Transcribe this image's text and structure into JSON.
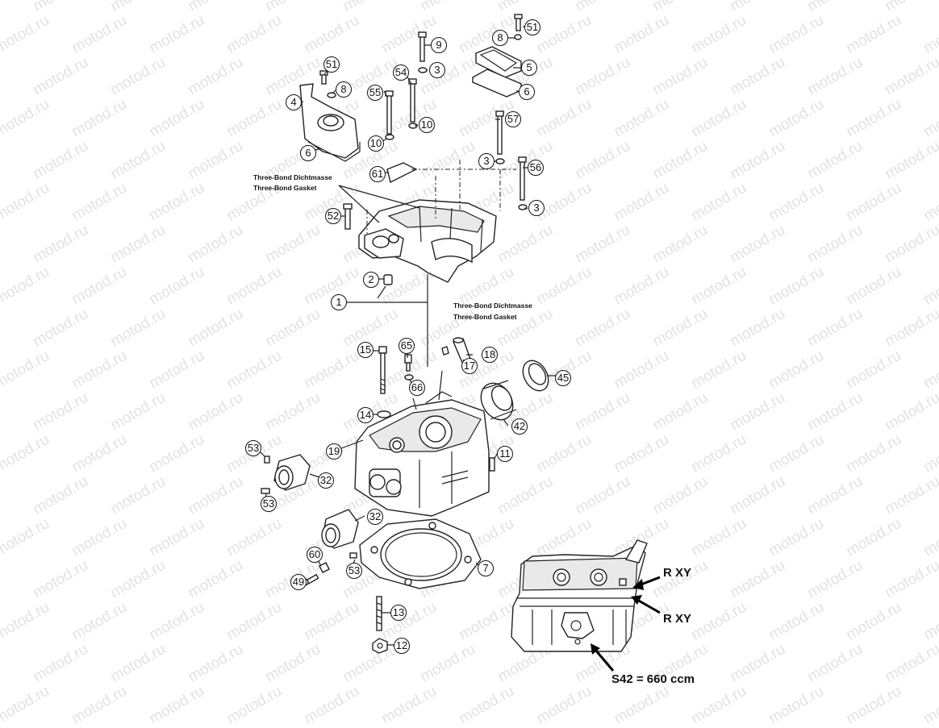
{
  "watermark": "motod.ru",
  "callouts": {
    "c9": "9",
    "c51a": "51",
    "c8a": "8",
    "c3a": "3",
    "c5": "5",
    "c6a": "6",
    "c54": "54",
    "c55": "55",
    "c51b": "51",
    "c8b": "8",
    "c4": "4",
    "c6b": "6",
    "c10a": "10",
    "c10b": "10",
    "c57": "57",
    "c3b": "3",
    "c56": "56",
    "c61": "61",
    "c52": "52",
    "c3c": "3",
    "c2": "2",
    "c1": "1",
    "c15": "15",
    "c65": "65",
    "c18": "18",
    "c17": "17",
    "c45": "45",
    "c66": "66",
    "c14": "14",
    "c42": "42",
    "c19": "19",
    "c11": "11",
    "c53a": "53",
    "c32a": "32",
    "c53b": "53",
    "c32b": "32",
    "c60": "60",
    "c53c": "53",
    "c7": "7",
    "c49": "49",
    "c13": "13",
    "c12": "12"
  },
  "notes": {
    "top_line1": "Three-Bond Dichtmasse",
    "top_line2": "Three-Bond Gasket",
    "mid_line1": "Three-Bond Dichtmasse",
    "mid_line2": "Three-Bond Gasket"
  },
  "inset": {
    "label_upper": "R  XY",
    "label_lower": "R  XY",
    "label_bottom": "S42 = 660 ccm"
  }
}
